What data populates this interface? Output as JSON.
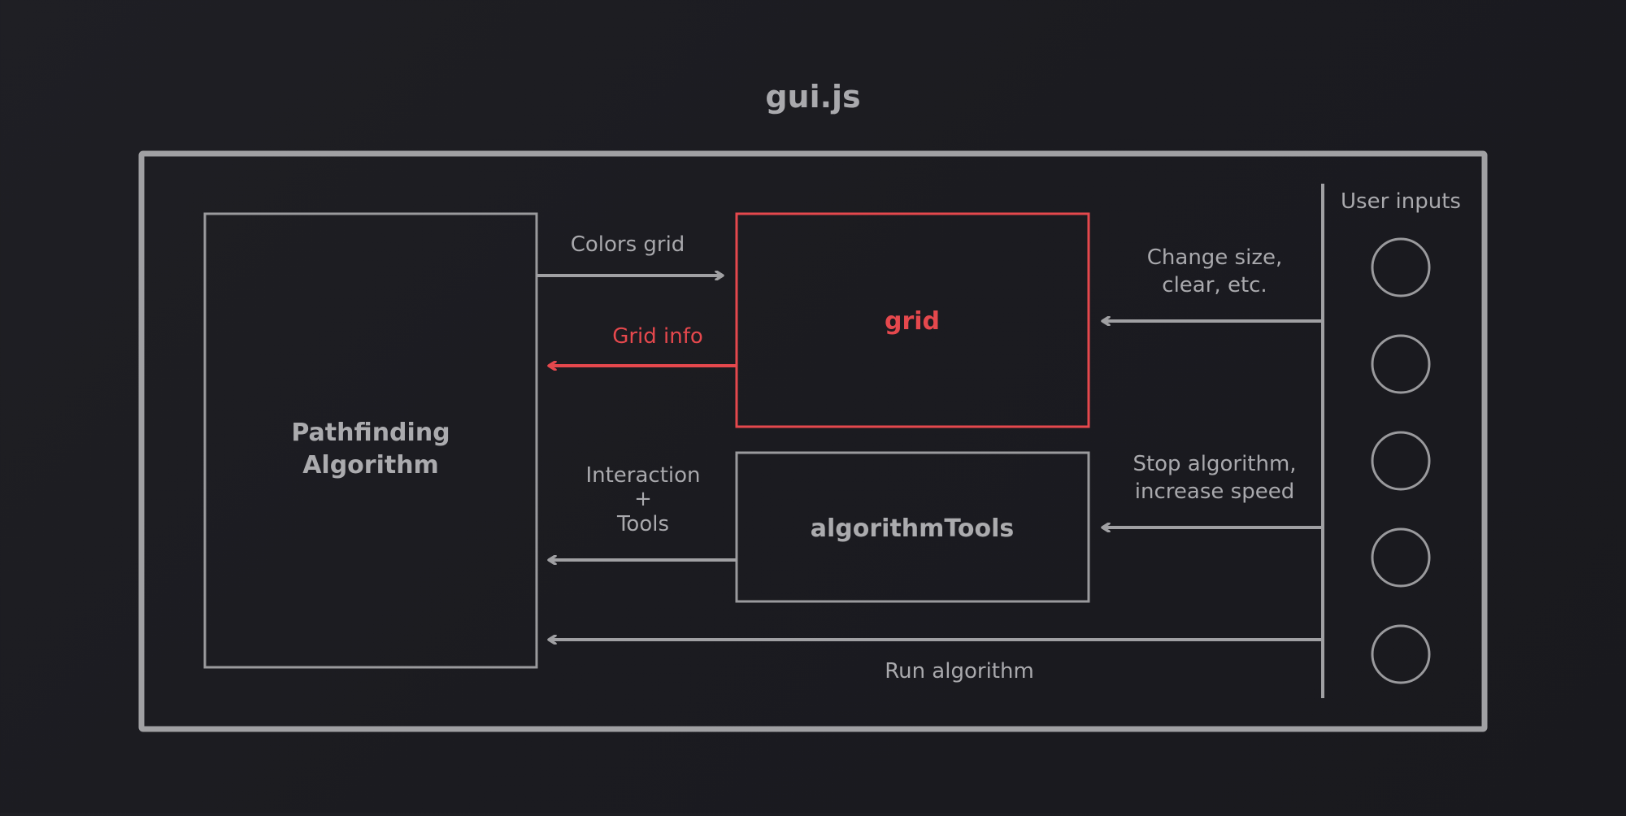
{
  "title": "gui.js",
  "boxes": {
    "pathfinding": {
      "line1": "Pathfinding",
      "line2": "Algorithm"
    },
    "grid": {
      "label": "grid"
    },
    "algorithm_tools": {
      "label": "algorithmTools"
    }
  },
  "arrows": {
    "colors_grid": "Colors grid",
    "grid_info": "Grid info",
    "interaction": {
      "line1": "Interaction",
      "line2": "+",
      "line3": "Tools"
    },
    "change_size": {
      "line1": "Change size,",
      "line2": "clear, etc."
    },
    "stop_algorithm": {
      "line1": "Stop algorithm,",
      "line2": "increase speed"
    },
    "run_algorithm": "Run algorithm"
  },
  "user_inputs": {
    "label": "User inputs",
    "count": 5
  },
  "colors": {
    "outline": "#a0a0a3",
    "accent": "#e5484d",
    "text": "#a9a9ad"
  }
}
